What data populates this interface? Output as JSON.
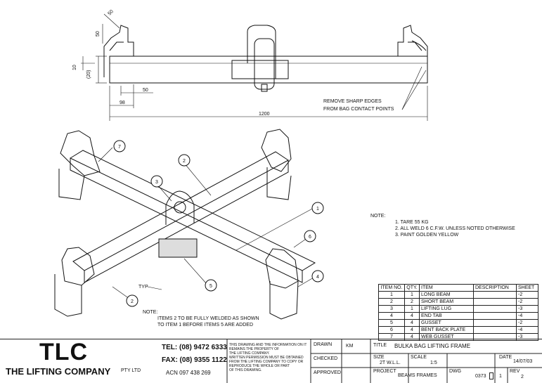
{
  "elevation": {
    "dimensions": {
      "d50_top": "50",
      "d50_side": "50",
      "d10": "10",
      "d20": "(20)",
      "d50_base": "50",
      "d98": "98",
      "d1200": "1200"
    },
    "note_line1": "REMOVE SHARP EDGES",
    "note_line2": "FROM BAG CONTACT POINTS"
  },
  "isometric": {
    "balloons": [
      "7",
      "2",
      "3",
      "1",
      "6",
      "4",
      "5",
      "2"
    ],
    "typ_label": "TYP",
    "note_title": "NOTE:",
    "note_line1": "ITEMS 2 TO BE FULLY WELDED AS SHOWN",
    "note_line2": "TO ITEM 1 BEFORE ITEMS 5 ARE ADDED"
  },
  "notes": {
    "title": "NOTE:",
    "items": [
      "1. TARE 55 KG",
      "2. ALL WELD 6 C.F.W. UNLESS NOTED OTHERWISE",
      "3. PAINT GOLDEN YELLOW"
    ]
  },
  "bom": {
    "headers": [
      "ITEM NO.",
      "QTY.",
      "ITEM",
      "DESCRIPTION",
      "SHEET"
    ],
    "rows": [
      [
        "1",
        "1",
        "LONG BEAM",
        "",
        "-2"
      ],
      [
        "2",
        "2",
        "SHORT BEAM",
        "",
        "-2"
      ],
      [
        "3",
        "1",
        "LIFTING LUG",
        "",
        "-3"
      ],
      [
        "4",
        "4",
        "END TAB",
        "",
        "-4"
      ],
      [
        "5",
        "4",
        "GUSSET",
        "",
        "-2"
      ],
      [
        "6",
        "4",
        "BENT BACK PLATE",
        "",
        "-4"
      ],
      [
        "7",
        "4",
        "WEB GUSSET",
        "",
        "-3"
      ]
    ]
  },
  "title_block": {
    "logo": "TLC",
    "company": "THE LIFTING COMPANY",
    "pty": "PTY LTD",
    "tel": "TEL: (08) 9472 6333",
    "fax": "FAX: (08) 9355 1122",
    "acn": "ACN 097 438 269",
    "copyright": [
      "THIS DRAWING AND THE INFORMATION ON IT",
      "REMAINS THE PROPERTY OF",
      "THE LIFTING COMPANY.",
      "WRITTEN PERMISSION MUST BE OBTAINED",
      "FROM THE LIFTING COMPANY TO COPY OR",
      "REPRODUCE THE WHOLE OR PART",
      "OF THIS DRAWING."
    ],
    "drawn_label": "DRAWN",
    "drawn_value": "KM",
    "checked_label": "CHECKED",
    "approved_label": "APPROVED",
    "title_label": "TITLE",
    "title_value": "BULKA BAG LIFTING FRAME",
    "size_label": "SIZE",
    "size_value": "2T  W.L.L.",
    "scale_label": "SCALE",
    "scale_value": "1:5",
    "date_label": "DATE",
    "date_value": "14/07/03",
    "project_label": "PROJECT",
    "project_value": "BEAMS FRAMES",
    "dwg_label": "DWG",
    "dwg_value": "0373",
    "dwg_sheet": "1",
    "rev_label": "REV",
    "rev_value": "2"
  }
}
